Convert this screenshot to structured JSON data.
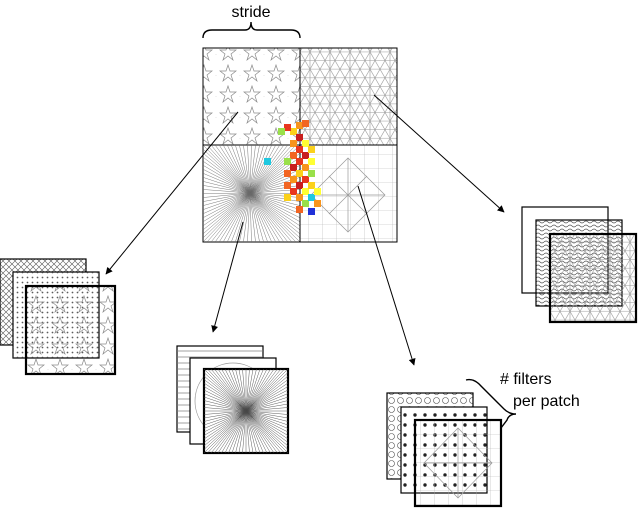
{
  "labels": {
    "stride": "stride",
    "filters_line1": "# filters",
    "filters_line2": "per patch"
  },
  "colors": {
    "line": "#000000",
    "pattern_line": "#8a8a8a",
    "grid": "#999999",
    "heat": [
      "#c81e1e",
      "#e8361e",
      "#f26522",
      "#f7941d",
      "#fbd11b",
      "#ffff33",
      "#99e04a",
      "#1ec8e0",
      "#1e6ee8",
      "#2030d8"
    ]
  }
}
